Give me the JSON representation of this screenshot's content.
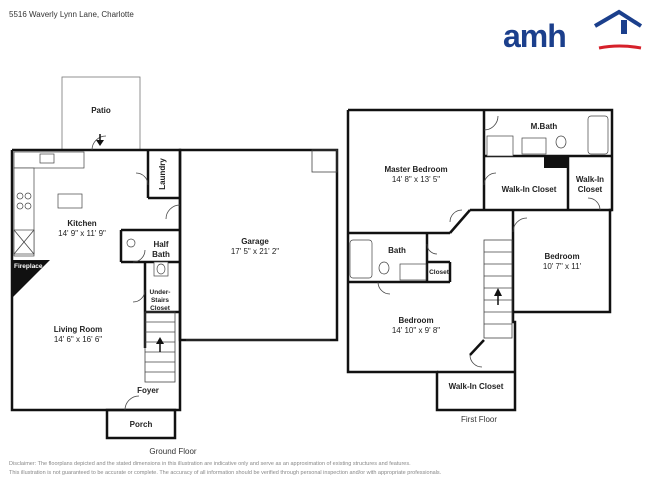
{
  "address": "5516 Waverly Lynn Lane, Charlotte",
  "logo": {
    "text": "amh",
    "brand_color": "#1b3f8c",
    "accent_color": "#d6202a"
  },
  "ground_floor": {
    "label": "Ground Floor",
    "rooms": {
      "patio": "Patio",
      "laundry": "Laundry",
      "kitchen": {
        "name": "Kitchen",
        "dims": "14' 9\" x 11' 9\""
      },
      "half_bath": {
        "line1": "Half",
        "line2": "Bath"
      },
      "fireplace": "Fireplace",
      "under_stairs": {
        "line1": "Under-",
        "line2": "Stairs",
        "line3": "Closet"
      },
      "living_room": {
        "name": "Living Room",
        "dims": "14' 6\" x 16' 6\""
      },
      "foyer": "Foyer",
      "porch": "Porch",
      "garage": {
        "name": "Garage",
        "dims": "17' 5\" x 21' 2\""
      }
    }
  },
  "first_floor": {
    "label": "First Floor",
    "rooms": {
      "master_bedroom": {
        "name": "Master Bedroom",
        "dims": "14' 8\" x 13' 5\""
      },
      "m_bath": "M.Bath",
      "walk_in_closet_1": "Walk-In Closet",
      "walk_in_closet_2": {
        "line1": "Walk-In",
        "line2": "Closet"
      },
      "bath": "Bath",
      "closet": "Closet",
      "bedroom_2": {
        "name": "Bedroom",
        "dims": "10' 7\" x 11'"
      },
      "bedroom_3": {
        "name": "Bedroom",
        "dims": "14' 10\" x 9' 8\""
      },
      "walk_in_closet_3": "Walk-In Closet"
    }
  },
  "disclaimer": {
    "line1": "Disclaimer: The floorplans depicted and the stated dimensions in this illustration are indicative only and serve as an approximation of existing structures and features.",
    "line2": "This illustration is not guaranteed to be accurate or complete. The accuracy of all information should be verified through personal inspection and/or with appropriate professionals."
  }
}
